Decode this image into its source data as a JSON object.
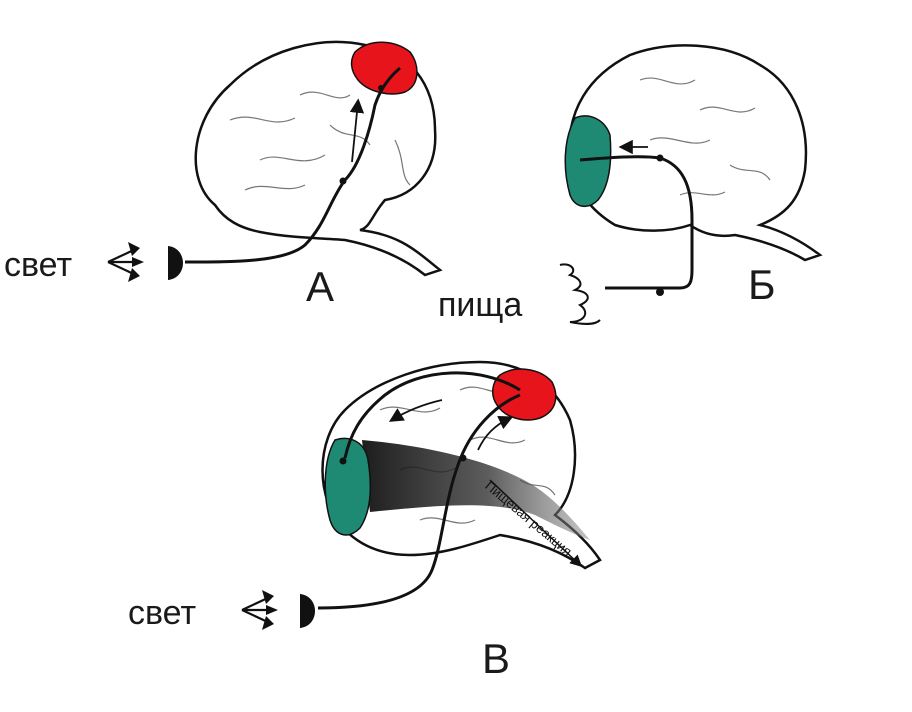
{
  "panels": [
    {
      "letter": "А",
      "stimulus": "свет"
    },
    {
      "letter": "Б",
      "stimulus": "пища"
    },
    {
      "letter": "В",
      "stimulus": "свет",
      "response": "Пищевая реакция"
    }
  ],
  "colors": {
    "visual_center": "#e8141c",
    "food_center": "#1f8a73",
    "outline": "#111111",
    "brain_fill": "#ffffff"
  },
  "icons": [
    "light-rays-icon",
    "eye-receptor-icon",
    "mouth-icon"
  ]
}
